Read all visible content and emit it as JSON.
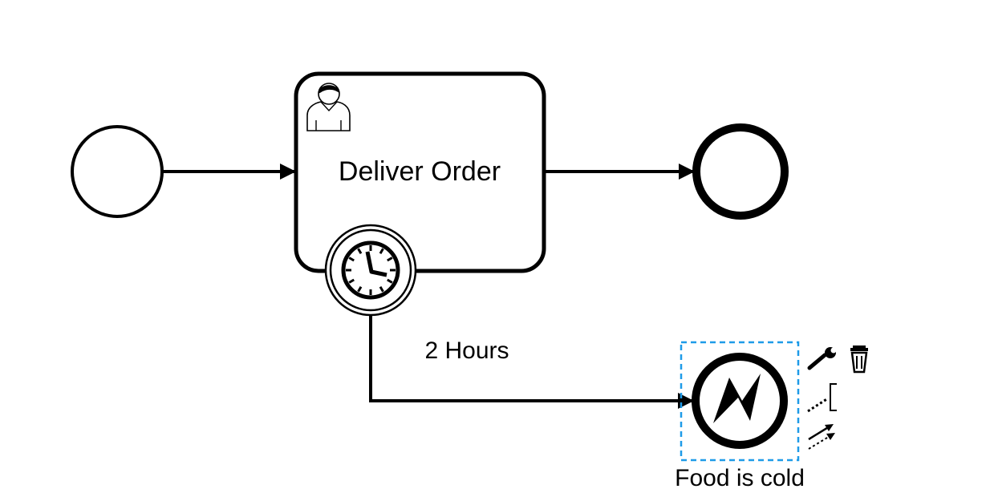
{
  "diagram": {
    "type": "bpmn",
    "elements": {
      "start_event": {
        "kind": "start-event"
      },
      "task": {
        "kind": "user-task",
        "label": "Deliver Order",
        "icon": "user-icon"
      },
      "end_event": {
        "kind": "end-event"
      },
      "timer_boundary": {
        "kind": "timer-boundary-event",
        "icon": "clock-icon"
      },
      "escalation_end": {
        "kind": "escalation-end-event",
        "label": "Food is cold",
        "icon": "lightning-icon",
        "selected": true
      }
    },
    "flows": [
      {
        "from": "start_event",
        "to": "task"
      },
      {
        "from": "task",
        "to": "end_event"
      },
      {
        "from": "timer_boundary",
        "to": "escalation_end",
        "label": "2 Hours"
      }
    ],
    "context_pad": [
      {
        "name": "wrench-icon",
        "action": "change type"
      },
      {
        "name": "trash-icon",
        "action": "delete"
      },
      {
        "name": "text-annotation-icon",
        "action": "connect annotation"
      },
      {
        "name": "connect-arrow-icon",
        "action": "connect"
      }
    ],
    "colors": {
      "stroke": "#000000",
      "selection": "#1e9be8",
      "fill": "#ffffff"
    }
  }
}
